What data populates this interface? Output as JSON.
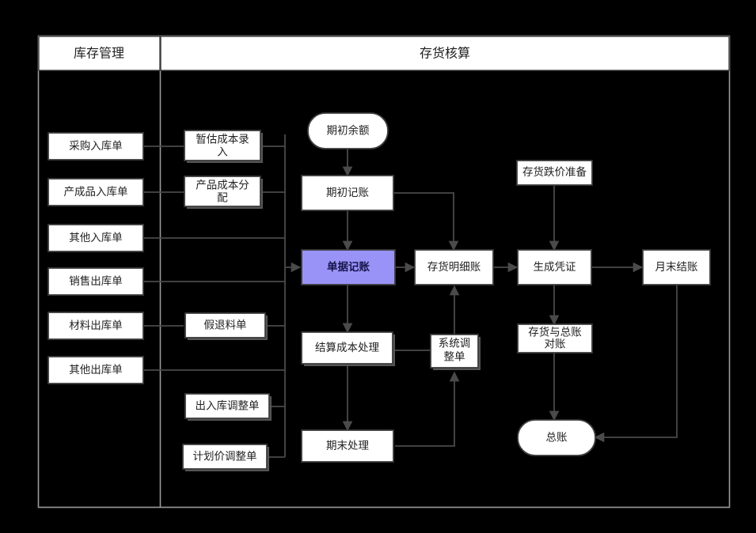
{
  "diagram": {
    "title_left": "库存管理",
    "title_right": "存货核算",
    "accent_color": "#9a93f7",
    "bg_color": "#000000",
    "node_fill": "#ffffff",
    "line_color": "#4a4a4a",
    "frame_color": "#9a9a9a"
  },
  "header": {
    "cells": [
      {
        "label": "库存管理"
      },
      {
        "label": "存货核算"
      }
    ]
  },
  "nodes": {
    "inventory_docs": [
      {
        "id": "purchase-in",
        "label": "采购入库单"
      },
      {
        "id": "finished-in",
        "label": "产成品入库单"
      },
      {
        "id": "other-in",
        "label": "其他入库单"
      },
      {
        "id": "sales-out",
        "label": "销售出库单"
      },
      {
        "id": "material-out",
        "label": "材料出库单"
      },
      {
        "id": "other-out",
        "label": "其他出库单"
      }
    ],
    "cost_docs": [
      {
        "id": "est-cost-entry",
        "label": "暂估成本录入"
      },
      {
        "id": "prod-cost-alloc",
        "label": "产品成本分配"
      },
      {
        "id": "fake-return",
        "label": "假退料单"
      },
      {
        "id": "inout-adjust",
        "label": "出入库调整单"
      },
      {
        "id": "planprice-adjust",
        "label": "计划价调整单"
      }
    ],
    "main_flow": [
      {
        "id": "opening-balance",
        "label": "期初余额",
        "shape": "rounded"
      },
      {
        "id": "opening-posting",
        "label": "期初记账",
        "shape": "rect"
      },
      {
        "id": "doc-posting",
        "label": "单据记账",
        "shape": "rect",
        "highlight": true
      },
      {
        "id": "cost-settlement",
        "label": "结算成本处理",
        "shape": "rect"
      },
      {
        "id": "period-end",
        "label": "期末处理",
        "shape": "rect"
      },
      {
        "id": "system-adjust",
        "label": "系统调整单",
        "shape": "rect"
      },
      {
        "id": "inventory-ledger",
        "label": "存货明细账",
        "shape": "rect"
      },
      {
        "id": "price-decline",
        "label": "存货跌价准备",
        "shape": "rect"
      },
      {
        "id": "gen-voucher",
        "label": "生成凭证",
        "shape": "rect"
      },
      {
        "id": "inv-gl-recon",
        "label": "存货与总账对账",
        "shape": "rect"
      },
      {
        "id": "month-end-close",
        "label": "月末结账",
        "shape": "rect"
      },
      {
        "id": "general-ledger",
        "label": "总账",
        "shape": "rounded"
      }
    ]
  }
}
